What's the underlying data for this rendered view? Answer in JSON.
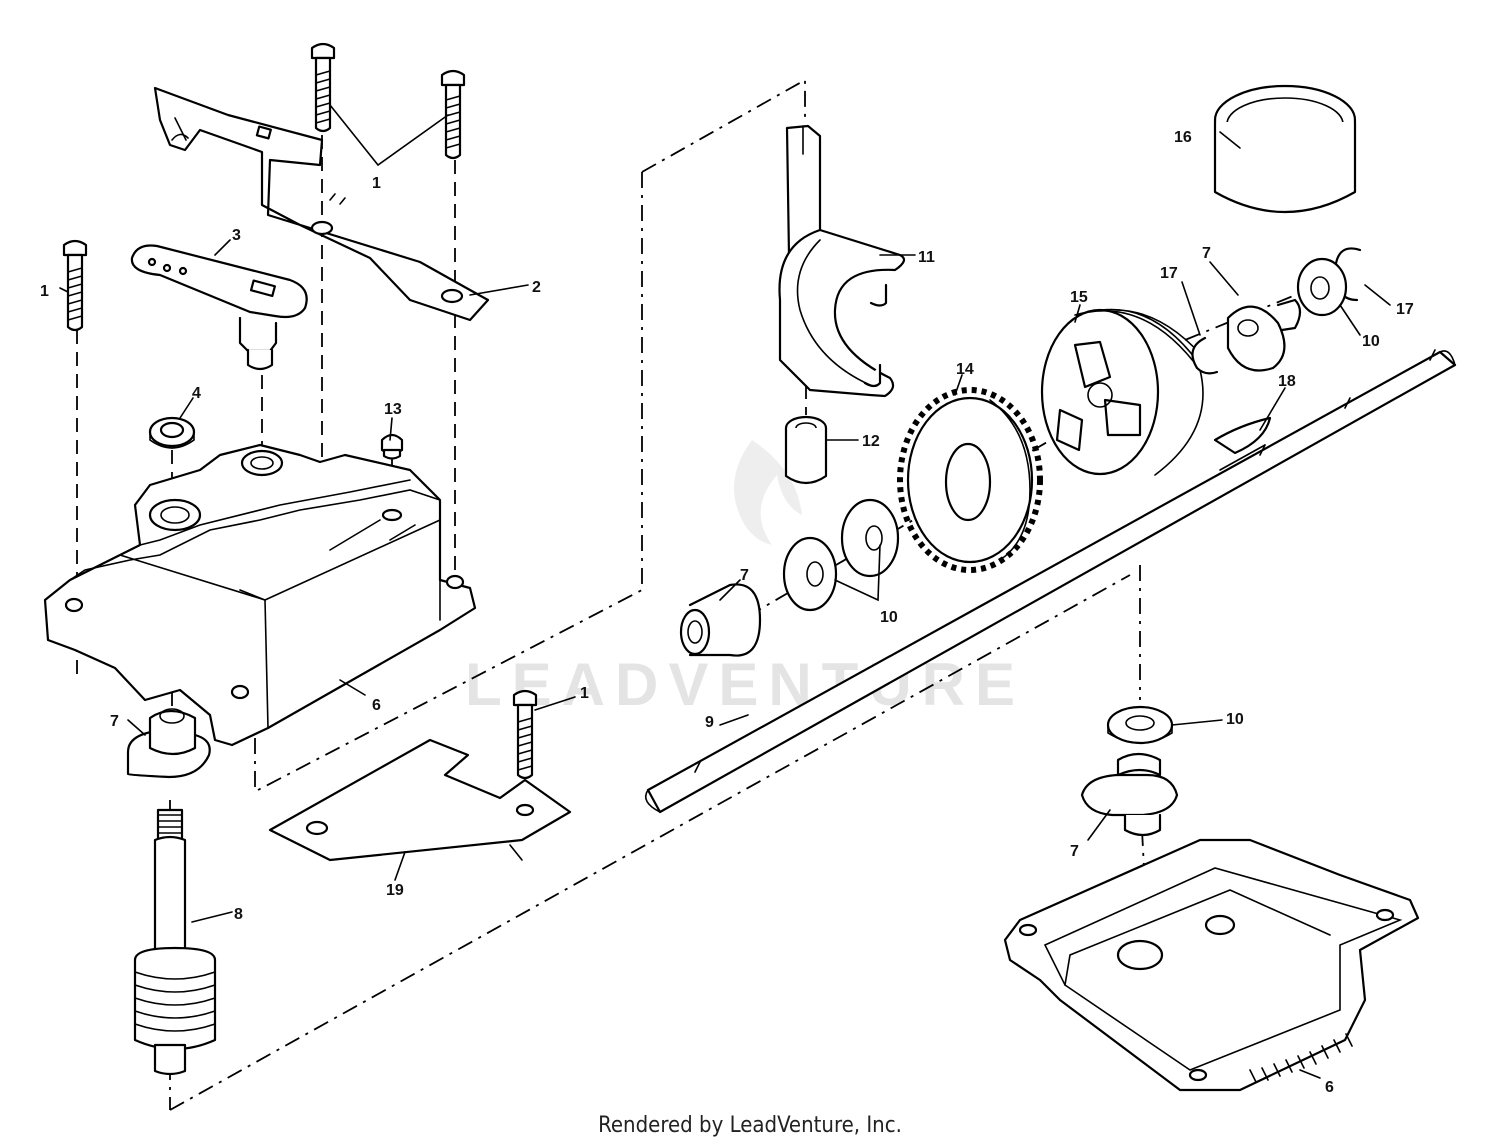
{
  "watermark": "LEADVENTURE",
  "credit": "Rendered by LeadVenture, Inc.",
  "callouts": {
    "c1_top": "1",
    "c1_left": "1",
    "c1_bottom": "1",
    "c2": "2",
    "c3": "3",
    "c4": "4",
    "c6_case": "6",
    "c6_base": "6",
    "c7_left": "7",
    "c7_shaft": "7",
    "c7_right": "7",
    "c7_base": "7",
    "c8": "8",
    "c9": "9",
    "c10_pair": "10",
    "c10_right": "10",
    "c10_base": "10",
    "c11": "11",
    "c12": "12",
    "c13": "13",
    "c14": "14",
    "c15": "15",
    "c16": "16",
    "c17_a": "17",
    "c17_b": "17",
    "c18": "18",
    "c19": "19"
  },
  "colors": {
    "line": "#000000",
    "background": "#ffffff",
    "watermark": "#e2e2e2"
  }
}
